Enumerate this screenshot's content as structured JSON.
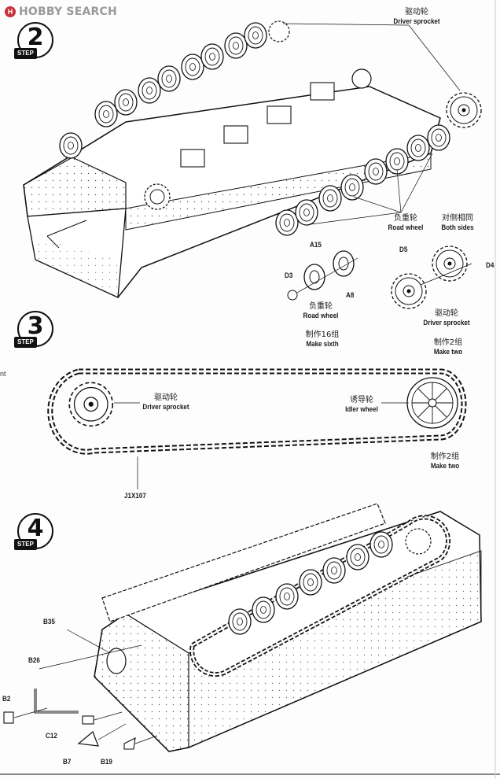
{
  "watermark": {
    "brand": "HOBBY SEARCH",
    "logo_letter": "H"
  },
  "steps": [
    {
      "number": "2",
      "tag": "STEP"
    },
    {
      "number": "3",
      "tag": "STEP"
    },
    {
      "number": "4",
      "tag": "STEP"
    }
  ],
  "step2": {
    "driver_sprocket": {
      "cn": "驱动轮",
      "en": "Driver sprocket"
    },
    "road_wheel_top": {
      "cn": "负重轮",
      "en": "Road wheel"
    },
    "both_sides": {
      "cn": "对侧相同",
      "en": "Both sides"
    },
    "road_wheel_sub": {
      "cn": "负重轮",
      "en": "Road wheel"
    },
    "make_sixth": {
      "cn": "制作16组",
      "en": "Make sixth"
    },
    "driver_sprocket_sub": {
      "cn": "驱动轮",
      "en": "Driver sprocket"
    },
    "make_two_sub": {
      "cn": "制作2组",
      "en": "Make two"
    },
    "parts": {
      "a15": "A15",
      "d3": "D3",
      "a8": "A8",
      "d5": "D5",
      "d4": "D4"
    }
  },
  "step3": {
    "driver_sprocket": {
      "cn": "驱动轮",
      "en": "Driver sprocket"
    },
    "idler_wheel": {
      "cn": "诱导轮",
      "en": "Idler wheel"
    },
    "make_two": {
      "cn": "制作2组",
      "en": "Make two"
    },
    "track_part": "J1X107"
  },
  "step4": {
    "parts": {
      "b35": "B35",
      "b26": "B26",
      "b2": "B2",
      "c12": "C12",
      "b7": "B7",
      "b19": "B19"
    }
  },
  "edge_note": "nt"
}
